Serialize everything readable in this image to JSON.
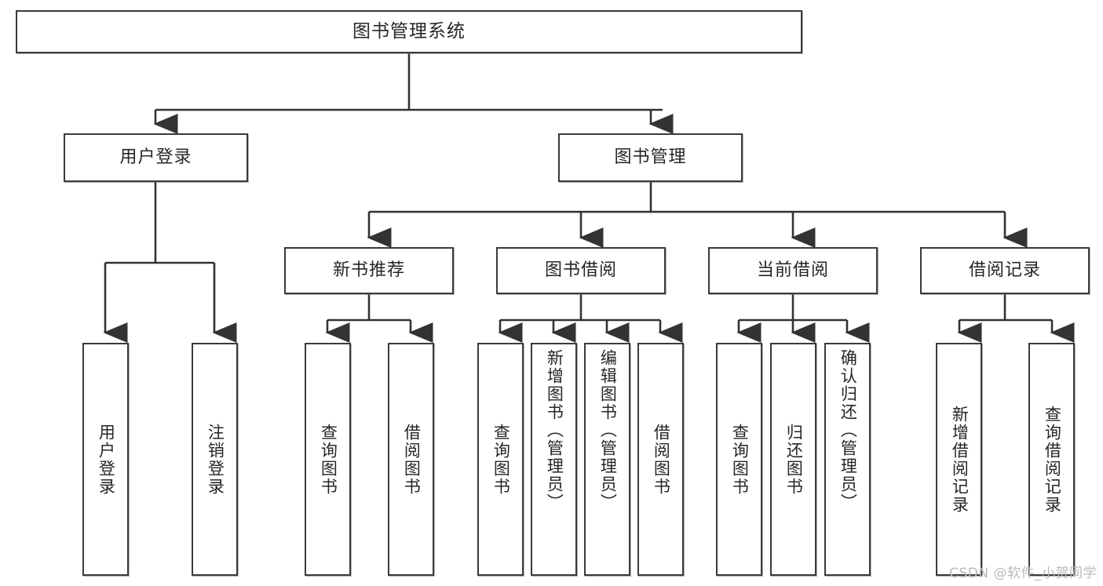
{
  "diagram": {
    "title": "图书管理系统",
    "type": "tree",
    "watermark": "CSDN @软件_小贺同学",
    "colors": {
      "box_border": "#3a3a3a",
      "box_fill": "#ffffff",
      "edge": "#333333",
      "text": "#262626",
      "watermark": "#b9b9b9"
    },
    "nodes": {
      "root": {
        "label": "图书管理系统"
      },
      "level2": [
        {
          "id": "user-login",
          "label": "用户登录"
        },
        {
          "id": "book-manage",
          "label": "图书管理"
        }
      ],
      "level3": [
        {
          "id": "new-book-recommend",
          "label": "新书推荐"
        },
        {
          "id": "book-borrow",
          "label": "图书借阅"
        },
        {
          "id": "current-borrow",
          "label": "当前借阅"
        },
        {
          "id": "borrow-record",
          "label": "借阅记录"
        }
      ],
      "leaves": {
        "user-login": [
          {
            "id": "leaf-user-login",
            "label": "用户登录"
          },
          {
            "id": "leaf-logout-login",
            "label": "注销登录"
          }
        ],
        "new-book-recommend": [
          {
            "id": "leaf-query-book-1",
            "label": "查询图书"
          },
          {
            "id": "leaf-borrow-book-1",
            "label": "借阅图书"
          }
        ],
        "book-borrow": [
          {
            "id": "leaf-query-book-2",
            "label": "查询图书"
          },
          {
            "id": "leaf-add-book",
            "label": "新增图书（管理员）"
          },
          {
            "id": "leaf-edit-book",
            "label": "编辑图书（管理员）"
          },
          {
            "id": "leaf-borrow-book-2",
            "label": "借阅图书"
          }
        ],
        "current-borrow": [
          {
            "id": "leaf-query-book-3",
            "label": "查询图书"
          },
          {
            "id": "leaf-return-book",
            "label": "归还图书"
          },
          {
            "id": "leaf-confirm-return",
            "label": "确认归还（管理员）"
          }
        ],
        "borrow-record": [
          {
            "id": "leaf-add-record",
            "label": "新增借阅记录"
          },
          {
            "id": "leaf-query-record",
            "label": "查询借阅记录"
          }
        ]
      }
    }
  }
}
